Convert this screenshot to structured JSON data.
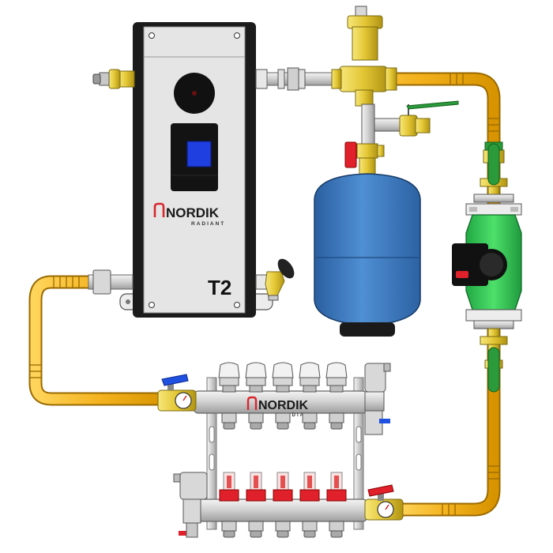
{
  "boiler": {
    "brand": "NORDIK",
    "brand_sub": "RADIANT",
    "model_badge": "T2",
    "display_color": "#1f3fe0"
  },
  "manifold": {
    "brand": "NORDIK",
    "brand_sub": "RADIANT",
    "loops": 5
  },
  "colors": {
    "pipe": "#f3b21e",
    "pipe_stroke": "#9a6a00",
    "brass": "#e8cf3a",
    "expansion_tank": "#3f7fc4",
    "pump": "#39c95a",
    "valve_red": "#e0202a",
    "valve_blue": "#2050e0",
    "valve_green": "#2a9a3a",
    "steel": "#d8d8d8"
  },
  "icons": {
    "brand_logo": "nordik-n-logo",
    "thermometer": "thermometer-gauge-icon",
    "pump": "circulator-pump-icon"
  }
}
